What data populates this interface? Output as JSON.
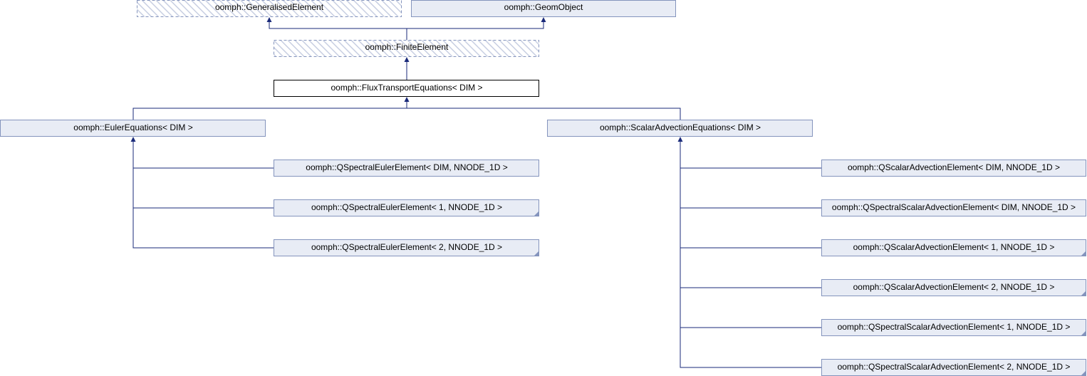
{
  "colors": {
    "box_fill": "#e8ecf5",
    "box_stroke": "#8494bd",
    "hatch_stroke": "#c8cfe2",
    "focus_fill": "#ffffff",
    "focus_stroke": "#000000",
    "edge": "#1a2a7a"
  },
  "nodes": [
    {
      "id": "generalised",
      "label": "oomph::GeneralisedElement",
      "style": "hatched-dashed"
    },
    {
      "id": "geom",
      "label": "oomph::GeomObject",
      "style": "normal"
    },
    {
      "id": "finite",
      "label": "oomph::FiniteElement",
      "style": "hatched-dashed"
    },
    {
      "id": "flux",
      "label": "oomph::FluxTransportEquations< DIM >",
      "style": "focus"
    },
    {
      "id": "euler",
      "label": "oomph::EulerEquations< DIM >",
      "style": "normal"
    },
    {
      "id": "scalar",
      "label": "oomph::ScalarAdvectionEquations< DIM >",
      "style": "normal"
    },
    {
      "id": "qse_dim",
      "label": "oomph::QSpectralEulerElement< DIM, NNODE_1D >",
      "style": "normal"
    },
    {
      "id": "qse_1",
      "label": "oomph::QSpectralEulerElement< 1, NNODE_1D >",
      "style": "corner"
    },
    {
      "id": "qse_2",
      "label": "oomph::QSpectralEulerElement< 2, NNODE_1D >",
      "style": "corner"
    },
    {
      "id": "qsa_dim",
      "label": "oomph::QScalarAdvectionElement< DIM, NNODE_1D >",
      "style": "normal"
    },
    {
      "id": "qssa_dim",
      "label": "oomph::QSpectralScalarAdvectionElement< DIM, NNODE_1D >",
      "style": "normal"
    },
    {
      "id": "qsa_1",
      "label": "oomph::QScalarAdvectionElement< 1, NNODE_1D >",
      "style": "corner"
    },
    {
      "id": "qsa_2",
      "label": "oomph::QScalarAdvectionElement< 2, NNODE_1D >",
      "style": "corner"
    },
    {
      "id": "qssa_1",
      "label": "oomph::QSpectralScalarAdvectionElement< 1, NNODE_1D >",
      "style": "corner"
    },
    {
      "id": "qssa_2",
      "label": "oomph::QSpectralScalarAdvectionElement< 2, NNODE_1D >",
      "style": "corner"
    }
  ],
  "edges": [
    {
      "from": "finite",
      "to": "generalised"
    },
    {
      "from": "finite",
      "to": "geom"
    },
    {
      "from": "flux",
      "to": "finite"
    },
    {
      "from": "euler",
      "to": "flux"
    },
    {
      "from": "scalar",
      "to": "flux"
    },
    {
      "from": "qse_dim",
      "to": "euler"
    },
    {
      "from": "qse_1",
      "to": "euler"
    },
    {
      "from": "qse_2",
      "to": "euler"
    },
    {
      "from": "qsa_dim",
      "to": "scalar"
    },
    {
      "from": "qssa_dim",
      "to": "scalar"
    },
    {
      "from": "qsa_1",
      "to": "scalar"
    },
    {
      "from": "qsa_2",
      "to": "scalar"
    },
    {
      "from": "qssa_1",
      "to": "scalar"
    },
    {
      "from": "qssa_2",
      "to": "scalar"
    }
  ]
}
